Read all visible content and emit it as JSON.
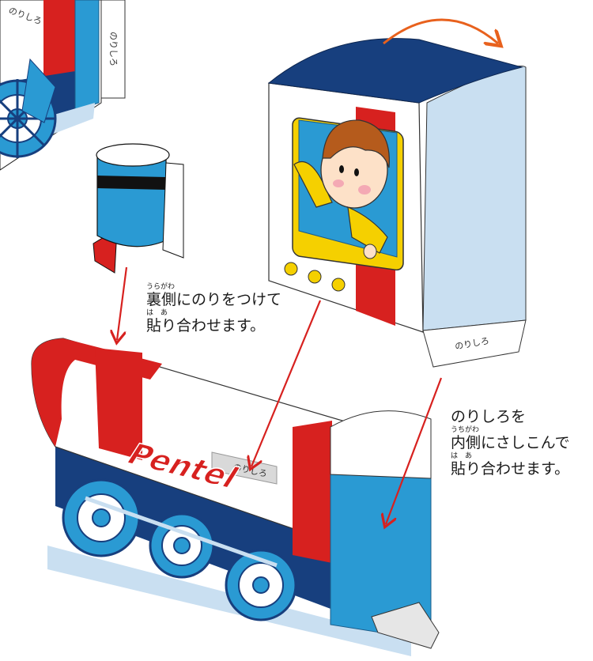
{
  "labels": {
    "brand": "Pentel",
    "tab_text": "のりしろ"
  },
  "notes": {
    "note_back": {
      "ruby": "うらがわ",
      "line1": "裏側にのりをつけて",
      "ruby2": "は　あ",
      "line2": "貼り合わせます。"
    },
    "note_inside": {
      "line0": "のりしろを",
      "ruby": "うちがわ",
      "line1": "内側にさしこんで",
      "ruby2": "は　あ",
      "line2": "貼り合わせます。"
    }
  },
  "colors": {
    "navy": "#173f7e",
    "blue": "#2a9ad3",
    "light_blue": "#c9dff1",
    "red": "#d7211f",
    "orange": "#e8611d",
    "yellow": "#f5d000",
    "white": "#ffffff",
    "black": "#111111"
  }
}
